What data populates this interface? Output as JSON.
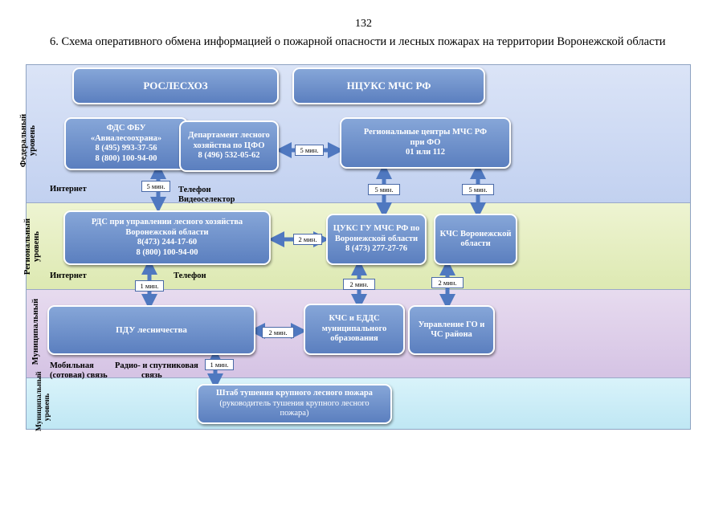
{
  "page_number": "132",
  "title": "6. Схема оперативного обмена информацией о пожарной опасности и лесных пожарах на территории Воронежской области",
  "levels": {
    "federal": "Федеральный уровень",
    "regional": "Региональный уровень",
    "municipal": "Муниципальный",
    "municipal2": "Муниципальный уровень"
  },
  "boxes": {
    "roslesхoz": "РОСЛЕСХОЗ",
    "ntsuks": "НЦУКС МЧС РФ",
    "fds": [
      "ФДС ФБУ",
      "«Авиалесоохрана»",
      "8 (495) 993-37-56",
      "8 (800) 100-94-00"
    ],
    "department": [
      "Департамент лесного",
      "хозяйства по ЦФО",
      "8 (496) 532-05-62"
    ],
    "regional_centers": [
      "Региональные центры МЧС РФ",
      "при ФО",
      "01 или 112"
    ],
    "rds": [
      "РДС при управлении лесного хозяйства",
      "Воронежской области",
      "8(473) 244-17-60",
      "8 (800) 100-94-00"
    ],
    "tsuks": [
      "ЦУКС ГУ МЧС РФ по",
      "Воронежской области",
      "8 (473) 277-27-76"
    ],
    "kchs_region": [
      "КЧС Воронежской",
      "области"
    ],
    "pdu": "ПДУ лесничества",
    "kchs_edds": [
      "КЧС и ЕДДС",
      "муниципального",
      "образования"
    ],
    "upravlenie_go": [
      "Управление ГО и",
      "ЧС района"
    ],
    "shtab": [
      "Штаб тушения крупного лесного пожара",
      "(руководитель тушения крупного лесного",
      "пожара)"
    ]
  },
  "tags": {
    "t1": "5 мин.",
    "t2": "5 мин.",
    "t3": "5 мин.",
    "t4": "5 мин.",
    "t5": "2 мин.",
    "t6": "1 мин.",
    "t7": "2 мин.",
    "t8": "2 мин.",
    "t9": "2 мин.",
    "t10": "1 мин."
  },
  "notes": {
    "internet1": "Интернет",
    "phone1": "Телефон",
    "video": "Видеоселектор",
    "internet2": "Интернет",
    "phone2": "Телефон",
    "mobile1": "Мобильная",
    "mobile2": "(сотовая) связь",
    "radio1": "Радио- и спутниковая",
    "radio2": "связь"
  }
}
